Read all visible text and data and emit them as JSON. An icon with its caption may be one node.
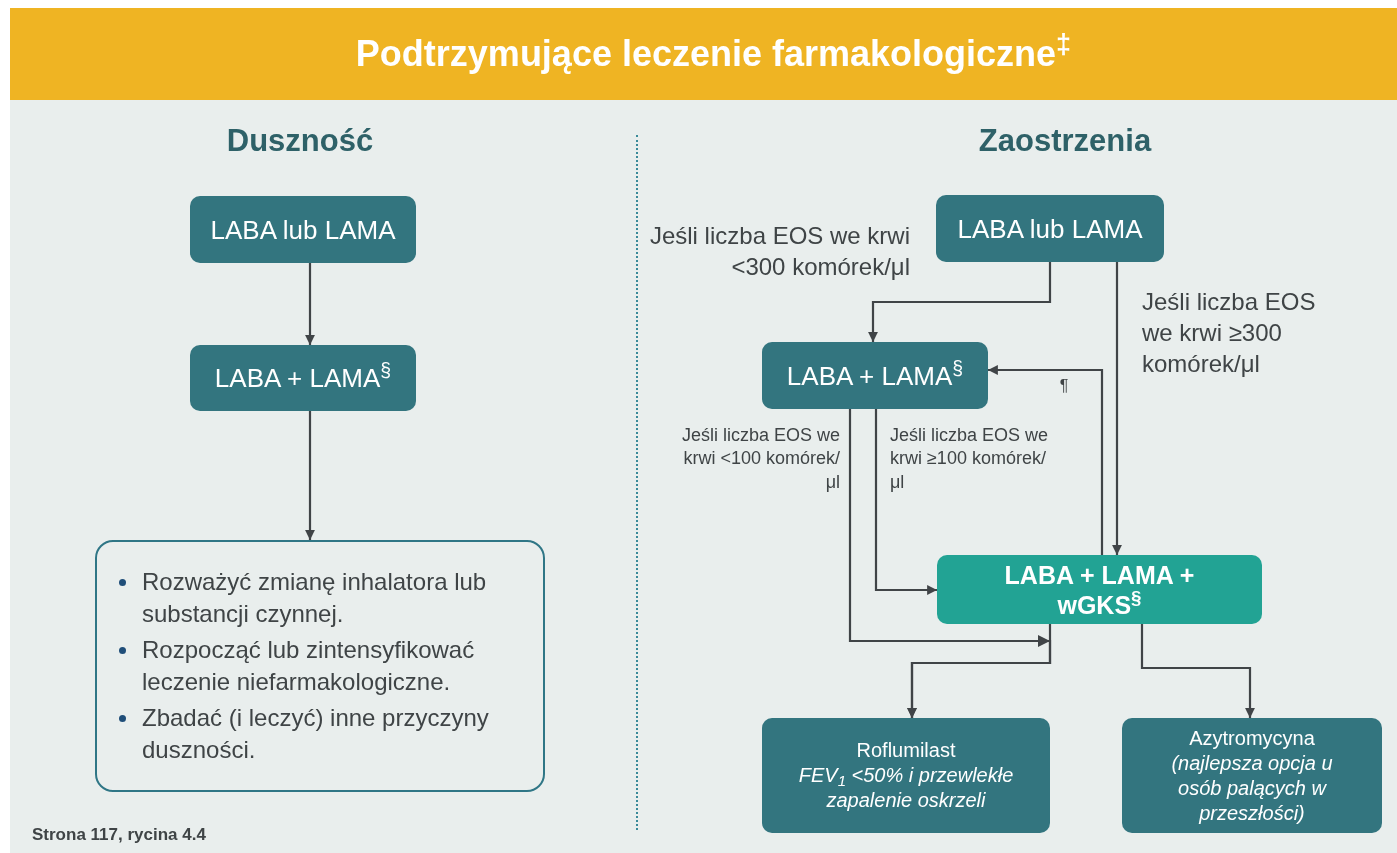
{
  "diagram": {
    "title": "Podtrzymujące leczenie farmakologiczne$^{‡}$",
    "caption": "Strona 117, rycina 4.4",
    "nodes": [
      {
        "text": [
          "LABA lub LAMA"
        ]
      },
      {
        "text": [
          "LABA + LAMA$^{§}$"
        ]
      },
      {
        "text": [
          "Rozważyć zmianę inhalatora lub substancji czynnej.",
          "Rozpocząć lub zintensyfikować leczenie niefarmakologiczne.",
          "Zbadać (i leczyć) inne przyczyny duszności."
        ]
      },
      {
        "text": [
          "LABA lub LAMA"
        ]
      },
      {
        "text": [
          "LABA + LAMA$^{§}$"
        ]
      },
      {
        "text": [
          "LABA + LAMA + wGKS$^{§}$"
        ]
      },
      {
        "text": [
          "Roflumilast",
          "FEV$_{1}$ <50% i przewlekłe zapalenie oskrzeli"
        ]
      },
      {
        "text": [
          "Azytromycyna",
          "(najlepsza opcja u osób palących w przeszłości)"
        ]
      }
    ],
    "edges": [
      {
        "from": 0,
        "to": 1,
        "arrow": "to"
      },
      {
        "from": 1,
        "to": 2,
        "arrow": "to"
      },
      {
        "from": 3,
        "to": 4,
        "arrow": "to",
        "label": "Jeśli liczba EOS we krwi <300 komórek/μl"
      },
      {
        "from": 3,
        "to": 5,
        "arrow": "to",
        "label": "Jeśli liczba EOS we krwi ≥300 komórek/μl"
      },
      {
        "from": 4,
        "to": 5,
        "arrow": "to",
        "label": "Jeśli liczba EOS we krwi ≥100 komórek/μl"
      },
      {
        "from": 4,
        "to": 6,
        "arrow": "to",
        "label": "Jeśli liczba EOS we krwi <100 komórek/μl"
      },
      {
        "from": 5,
        "to": 6,
        "arrow": "to"
      },
      {
        "from": 5,
        "to": 7,
        "arrow": "to"
      },
      {
        "from": 5,
        "to": 4,
        "arrow": "to",
        "label": "¶"
      }
    ],
    "labels": [
      "Duszność",
      "Zaostrzenia"
    ]
  }
}
